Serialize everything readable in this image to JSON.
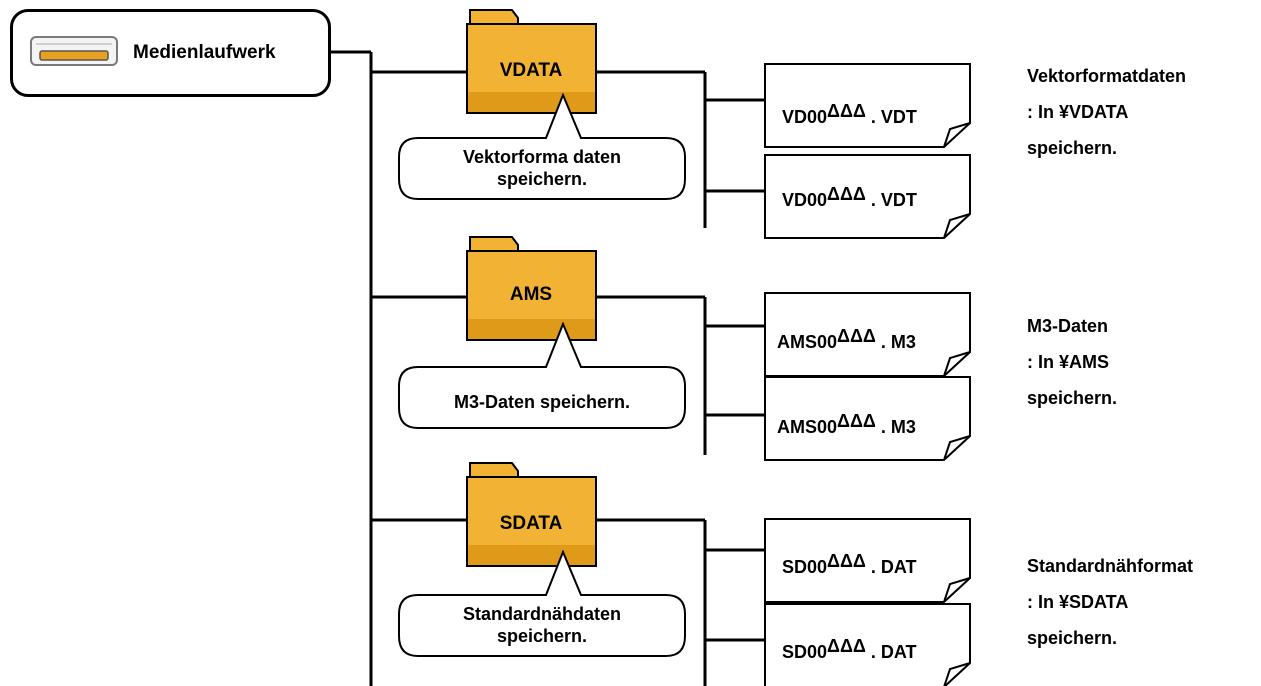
{
  "drive": {
    "label": "Medienlaufwerk",
    "icon": "drive-icon"
  },
  "colors": {
    "folder": "#f2b233",
    "folder_shade": "#e09a1a",
    "line": "#000000"
  },
  "folders": [
    {
      "name": "VDATA",
      "callout_lines": [
        "Vektorforma daten",
        "speichern."
      ],
      "files": [
        {
          "prefix": "VD00",
          "marks": "ΔΔΔ",
          "suffix": " . VDT"
        },
        {
          "prefix": "VD00",
          "marks": "ΔΔΔ",
          "suffix": " . VDT"
        }
      ],
      "note_lines": [
        "Vektorformatdaten",
        ": In  ¥VDATA",
        "speichern."
      ]
    },
    {
      "name": "AMS",
      "callout_lines": [
        "M3-Daten speichern."
      ],
      "files": [
        {
          "prefix": "AMS00",
          "marks": "ΔΔΔ",
          "suffix": " . M3"
        },
        {
          "prefix": "AMS00",
          "marks": "ΔΔΔ",
          "suffix": " . M3"
        }
      ],
      "note_lines": [
        "M3-Daten",
        ": In  ¥AMS",
        "speichern."
      ]
    },
    {
      "name": "SDATA",
      "callout_lines": [
        "Standardnähdaten",
        "speichern."
      ],
      "files": [
        {
          "prefix": "SD00",
          "marks": "ΔΔΔ",
          "suffix": " . DAT"
        },
        {
          "prefix": "SD00",
          "marks": "ΔΔΔ",
          "suffix": " . DAT"
        }
      ],
      "note_lines": [
        "Standardnähformat",
        ": In  ¥SDATA",
        "speichern."
      ]
    }
  ]
}
